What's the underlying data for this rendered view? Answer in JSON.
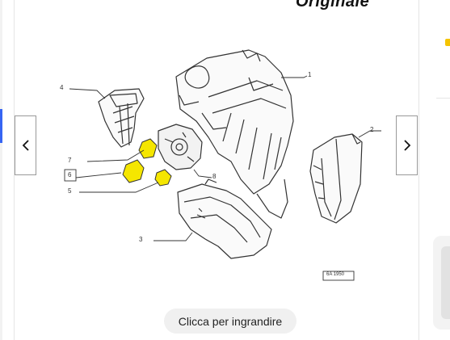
{
  "brand_caption": "Originale",
  "diagram": {
    "callouts": [
      "1",
      "2",
      "3",
      "4",
      "5",
      "6",
      "7",
      "8"
    ],
    "reference_code": "6A 1950",
    "highlight_color": "#f5e600"
  },
  "gallery": {
    "zoom_label": "Clicca per ingrandire",
    "prev_icon": "chevron-left-icon",
    "next_icon": "chevron-right-icon"
  },
  "colors": {
    "accent": "#3665f3",
    "right_badge": "#f5c400"
  }
}
